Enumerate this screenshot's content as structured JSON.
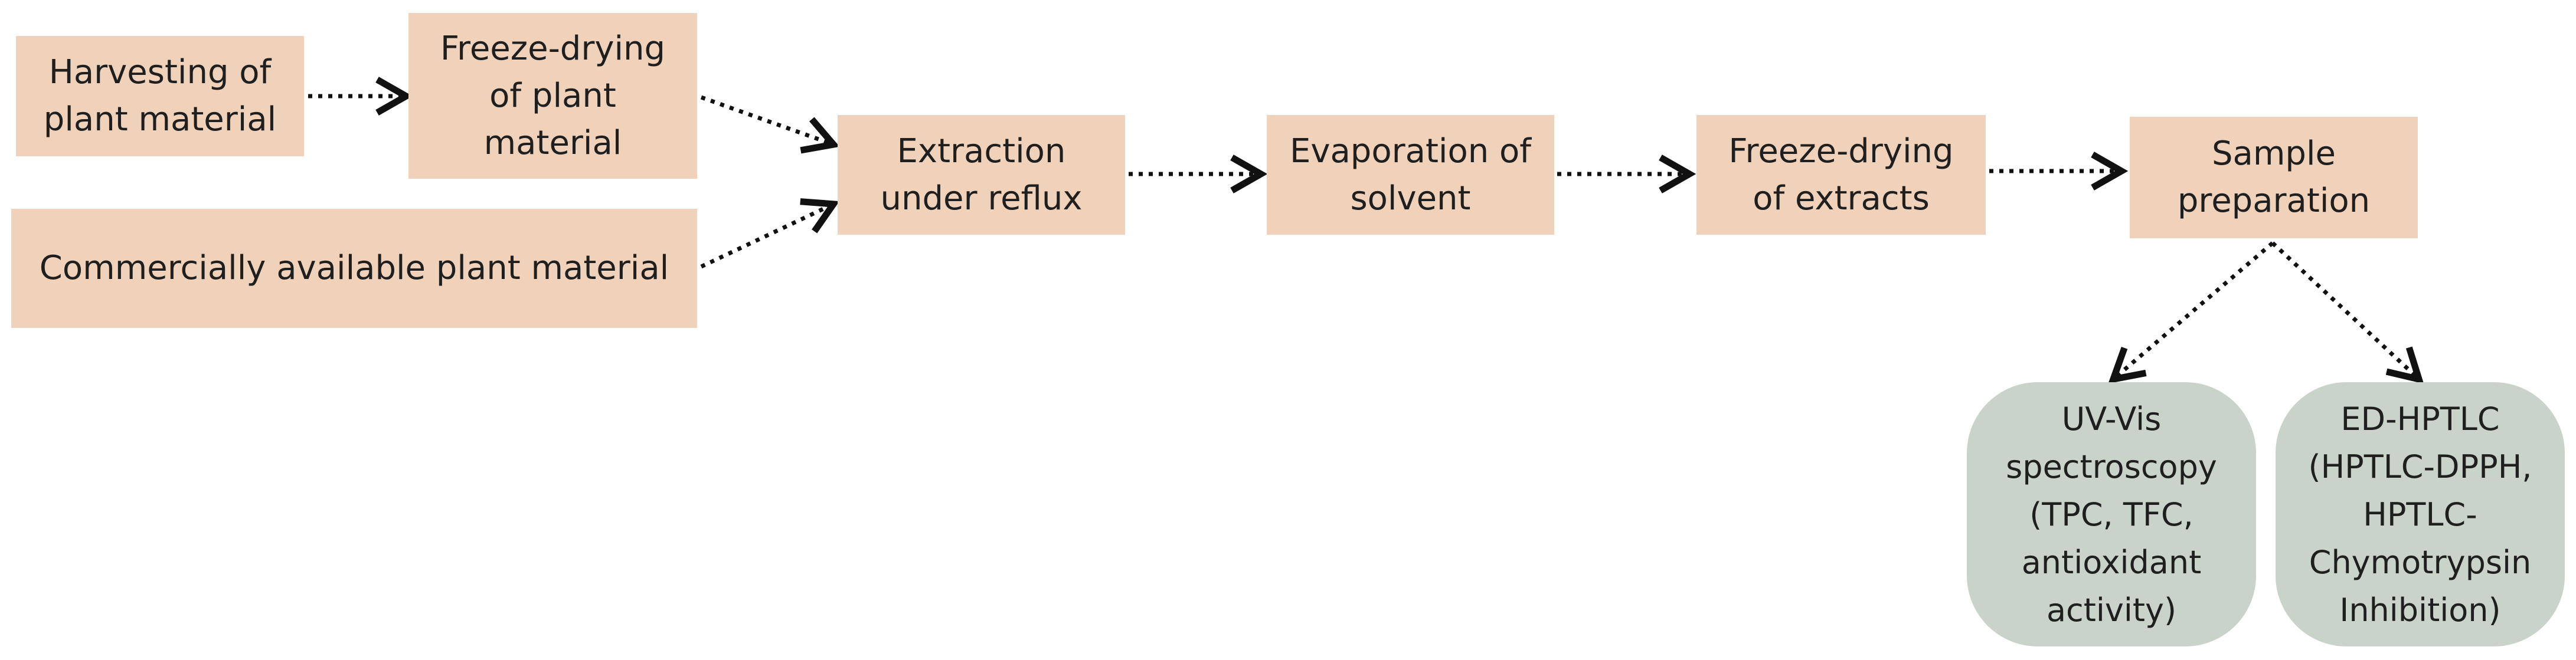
{
  "nodes": {
    "harvesting": "Harvesting of\nplant material",
    "freeze_drying_plant": "Freeze-drying\nof plant\nmaterial",
    "commercial": "Commercially available plant material",
    "extraction": "Extraction\nunder reflux",
    "evaporation": "Evaporation of\nsolvent",
    "freeze_drying_extracts": "Freeze-drying\nof extracts",
    "sample_prep": "Sample\npreparation",
    "uv_vis": "UV-Vis\nspectroscopy\n(TPC, TFC,\nantioxidant\nactivity)",
    "ed_hptlc": "ED-HPTLC\n(HPTLC-DPPH,\nHPTLC-\nChymotrypsin\nInhibition)"
  },
  "colors": {
    "process_box": "#f0d1b9",
    "analysis_box": "#c9d3c9",
    "arrow": "#111111",
    "text": "#1f1f1f"
  },
  "edges": [
    [
      "harvesting",
      "freeze_drying_plant"
    ],
    [
      "freeze_drying_plant",
      "extraction"
    ],
    [
      "commercial",
      "extraction"
    ],
    [
      "extraction",
      "evaporation"
    ],
    [
      "evaporation",
      "freeze_drying_extracts"
    ],
    [
      "freeze_drying_extracts",
      "sample_prep"
    ],
    [
      "sample_prep",
      "uv_vis"
    ],
    [
      "sample_prep",
      "ed_hptlc"
    ]
  ]
}
